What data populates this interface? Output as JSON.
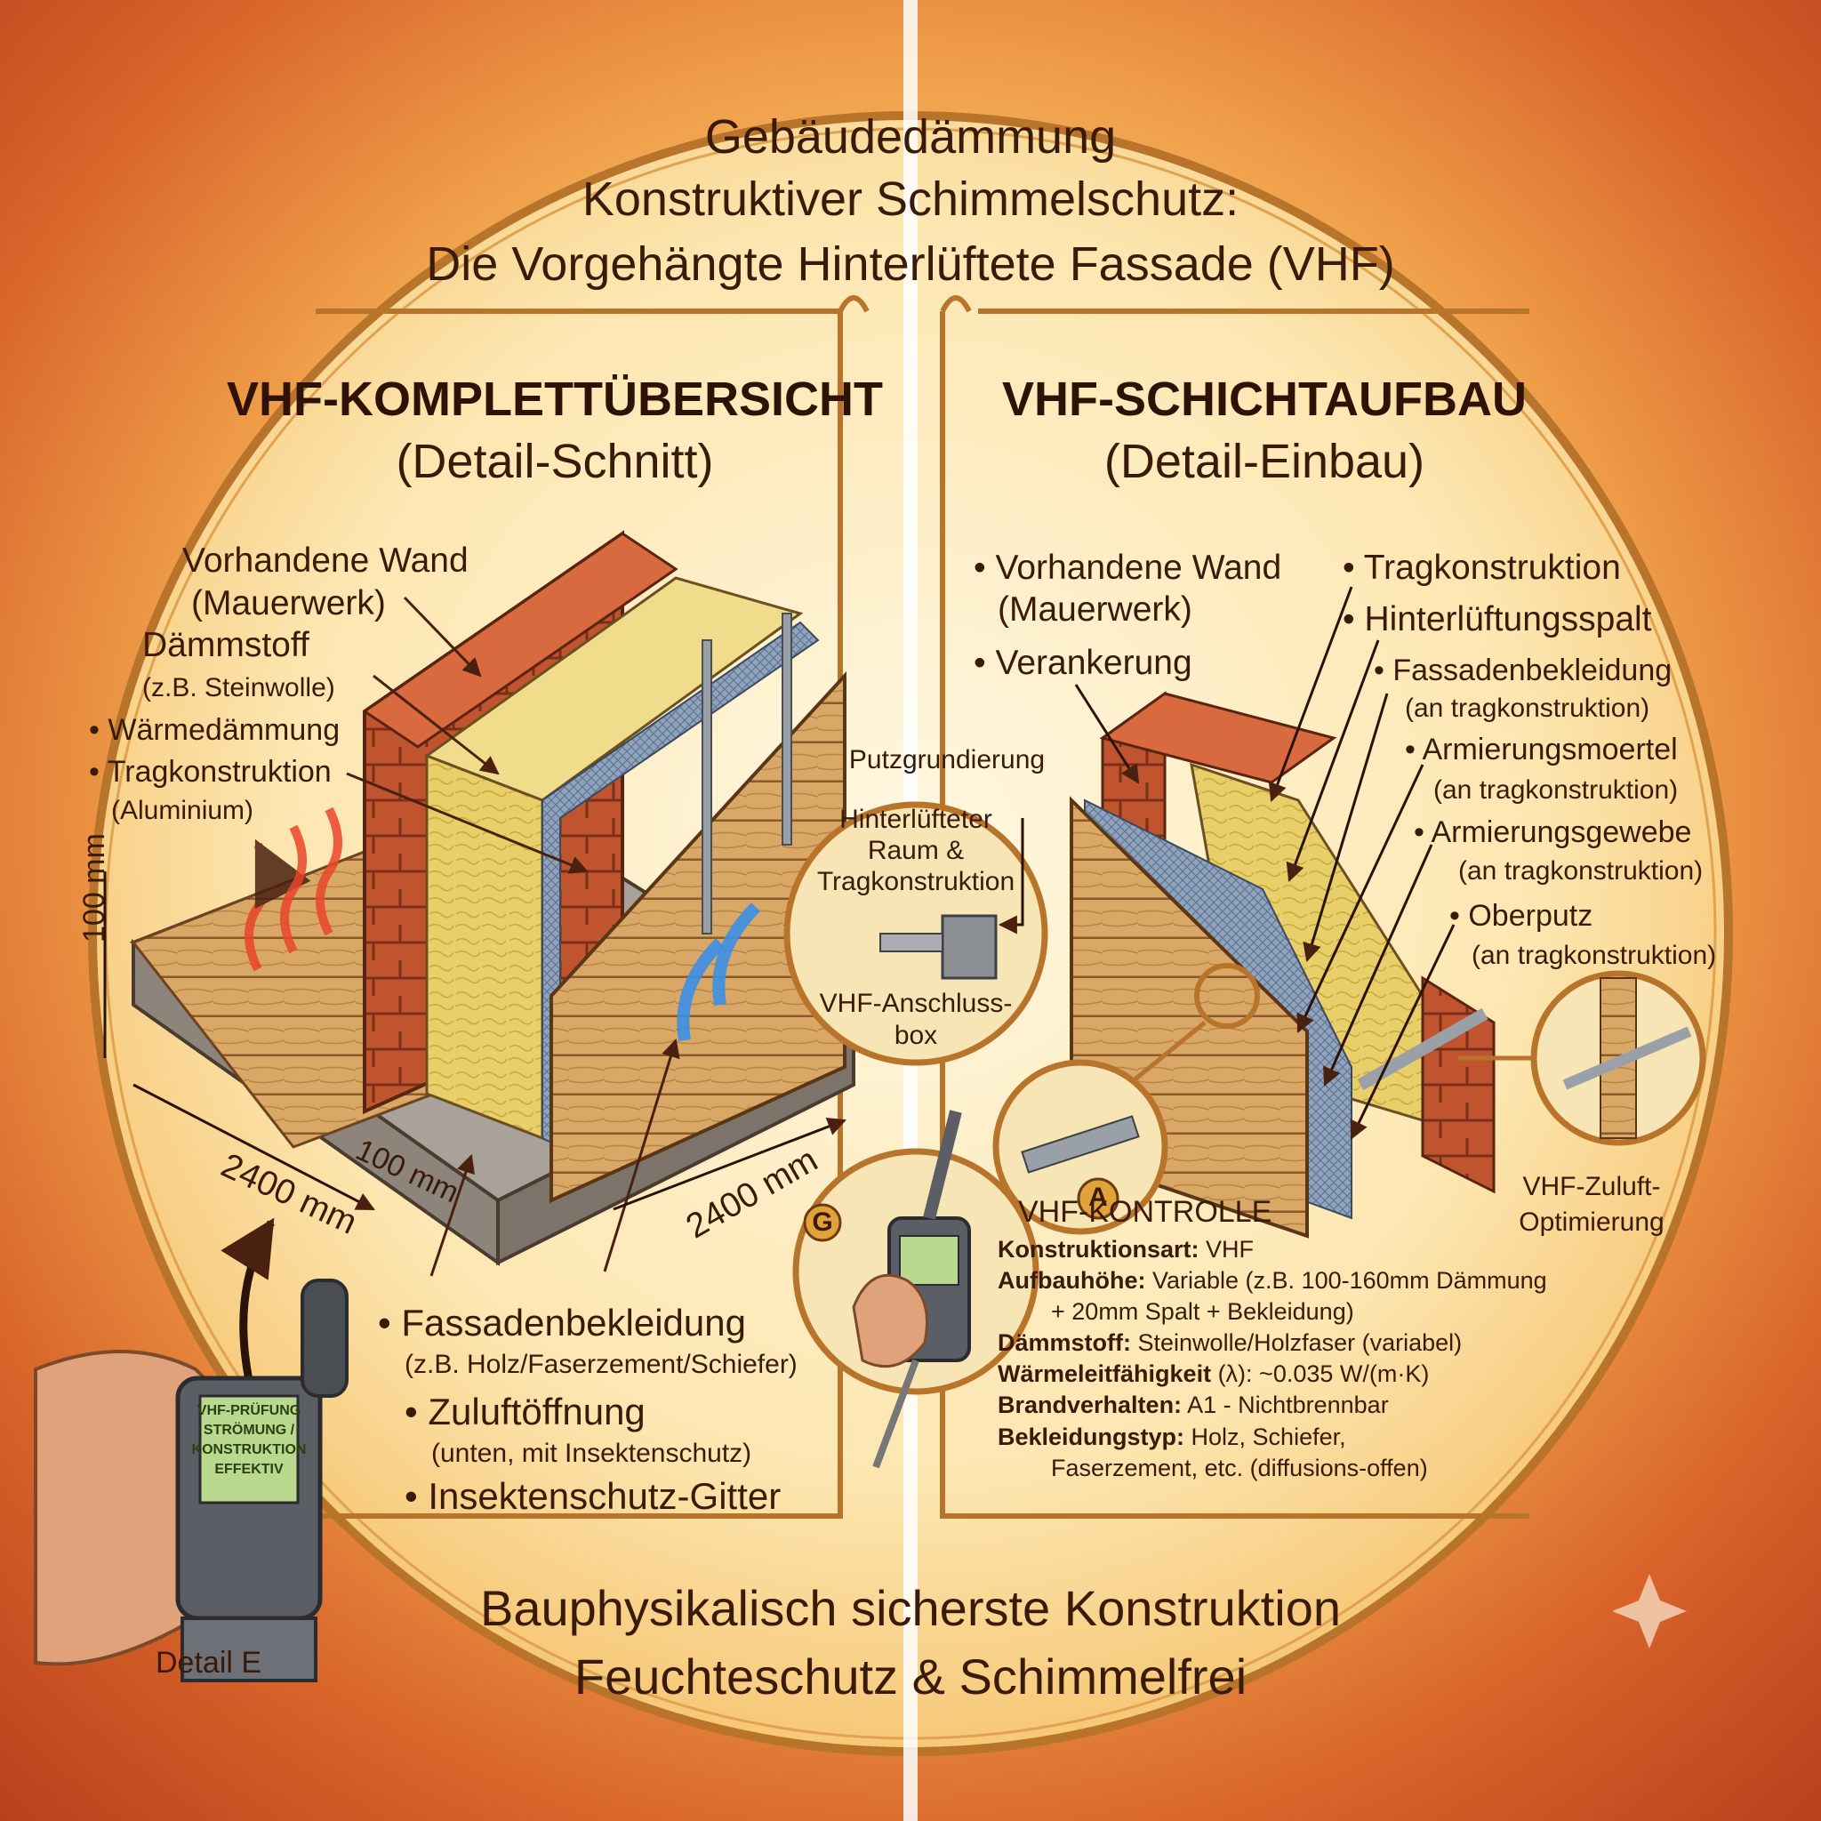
{
  "title": {
    "line1": "Gebäudedämmung",
    "line2": "Konstruktiver Schimmelschutz:",
    "line3": "Die Vorgehängte Hinterlüftete Fassade (VHF)"
  },
  "left_panel": {
    "heading": "VHF-KOMPLETTÜBERSICHT",
    "subheading": "(Detail-Schnitt)",
    "labels": {
      "wall_1": "Vorhandene Wand",
      "wall_2": "(Mauerwerk)",
      "insul_1": "Dämmstoff",
      "insul_2": "(z.B. Steinwolle)",
      "thermal": "Wärmedämmung",
      "frame_1": "Tragkonstruktion",
      "frame_2": "(Aluminium)",
      "dim_height": "100 mm",
      "dim_left": "2400 mm",
      "dim_gap": "100 mm",
      "dim_right": "2400 mm"
    },
    "bullets": {
      "cladding": "Fassadenbekleidung",
      "cladding_note": "(z.B. Holz/Faserzement/Schiefer)",
      "inlet": "Zuluftöffnung",
      "inlet_note": "(unten, mit Insektenschutz)",
      "mesh": "Insektenschutz-Gitter"
    }
  },
  "center": {
    "putz": "Putzgrundierung",
    "circle_1": "Hinterlüfteter",
    "circle_2": "Raum &",
    "circle_3": "Tragkonstruktion",
    "box_1": "VHF-Anschluss-",
    "box_2": "box",
    "badge_g": "G"
  },
  "right_panel": {
    "heading": "VHF-SCHICHTAUFBAU",
    "subheading": "(Detail-Einbau)",
    "labels": {
      "wall_1": "Vorhandene Wand",
      "wall_2": "(Mauerwerk)",
      "anchor": "Verankerung",
      "frame": "Tragkonstruktion",
      "gap": "Hinterlüftungsspalt",
      "cladding": "Fassadenbekleidung",
      "cladding_note": "(an tragkonstruktion)",
      "mortar": "Armierungsmoertel",
      "mortar_note": "(an tragkonstruktion)",
      "fabric": "Armierungsgewebe",
      "fabric_note": "(an tragkonstruktion)",
      "topcoat": "Oberputz",
      "topcoat_note": "(an tragkonstruktion)",
      "airflow_1": "VHF-Zuluft-",
      "airflow_2": "Optimierung",
      "badge_a": "A"
    }
  },
  "control": {
    "heading": "VHF-KONTROLLE",
    "rows": [
      {
        "key": "Konstruktionsart:",
        "value": "VHF"
      },
      {
        "key": "Aufbauhöhe:",
        "value": "Variable (z.B. 100-160mm Dämmung"
      },
      {
        "key": "",
        "value": "+ 20mm Spalt + Bekleidung)"
      },
      {
        "key": "Dämmstoff:",
        "value": "Steinwolle/Holzfaser (variabel)"
      },
      {
        "key": "Wärmeleitfähigkeit",
        "value": "(λ): ~0.035 W/(m·K)"
      },
      {
        "key": "Brandverhalten:",
        "value": "A1 - Nichtbrennbar"
      },
      {
        "key": "Bekleidungstyp:",
        "value": "Holz, Schiefer,"
      },
      {
        "key": "",
        "value": "Faserzement, etc. (diffusions-offen)"
      }
    ]
  },
  "device": {
    "screen_1": "VHF-PRÜFUNG",
    "screen_2": "STRÖMUNG /",
    "screen_3": "KONSTRUKTION",
    "screen_4": "EFFEKTIV",
    "caption": "Detail E"
  },
  "footer": {
    "line1": "Bauphysikalisch sicherste Konstruktion",
    "line2": "Feuchteschutz & Schimmelfrei"
  },
  "colors": {
    "gold": "#c9812a",
    "brick": "#c0542e",
    "insulation": "#e8cf6a",
    "wood": "#d9a866",
    "mesh": "#7f95b0",
    "warm_air": "#e8452a",
    "cool_air": "#3b8fe8"
  }
}
